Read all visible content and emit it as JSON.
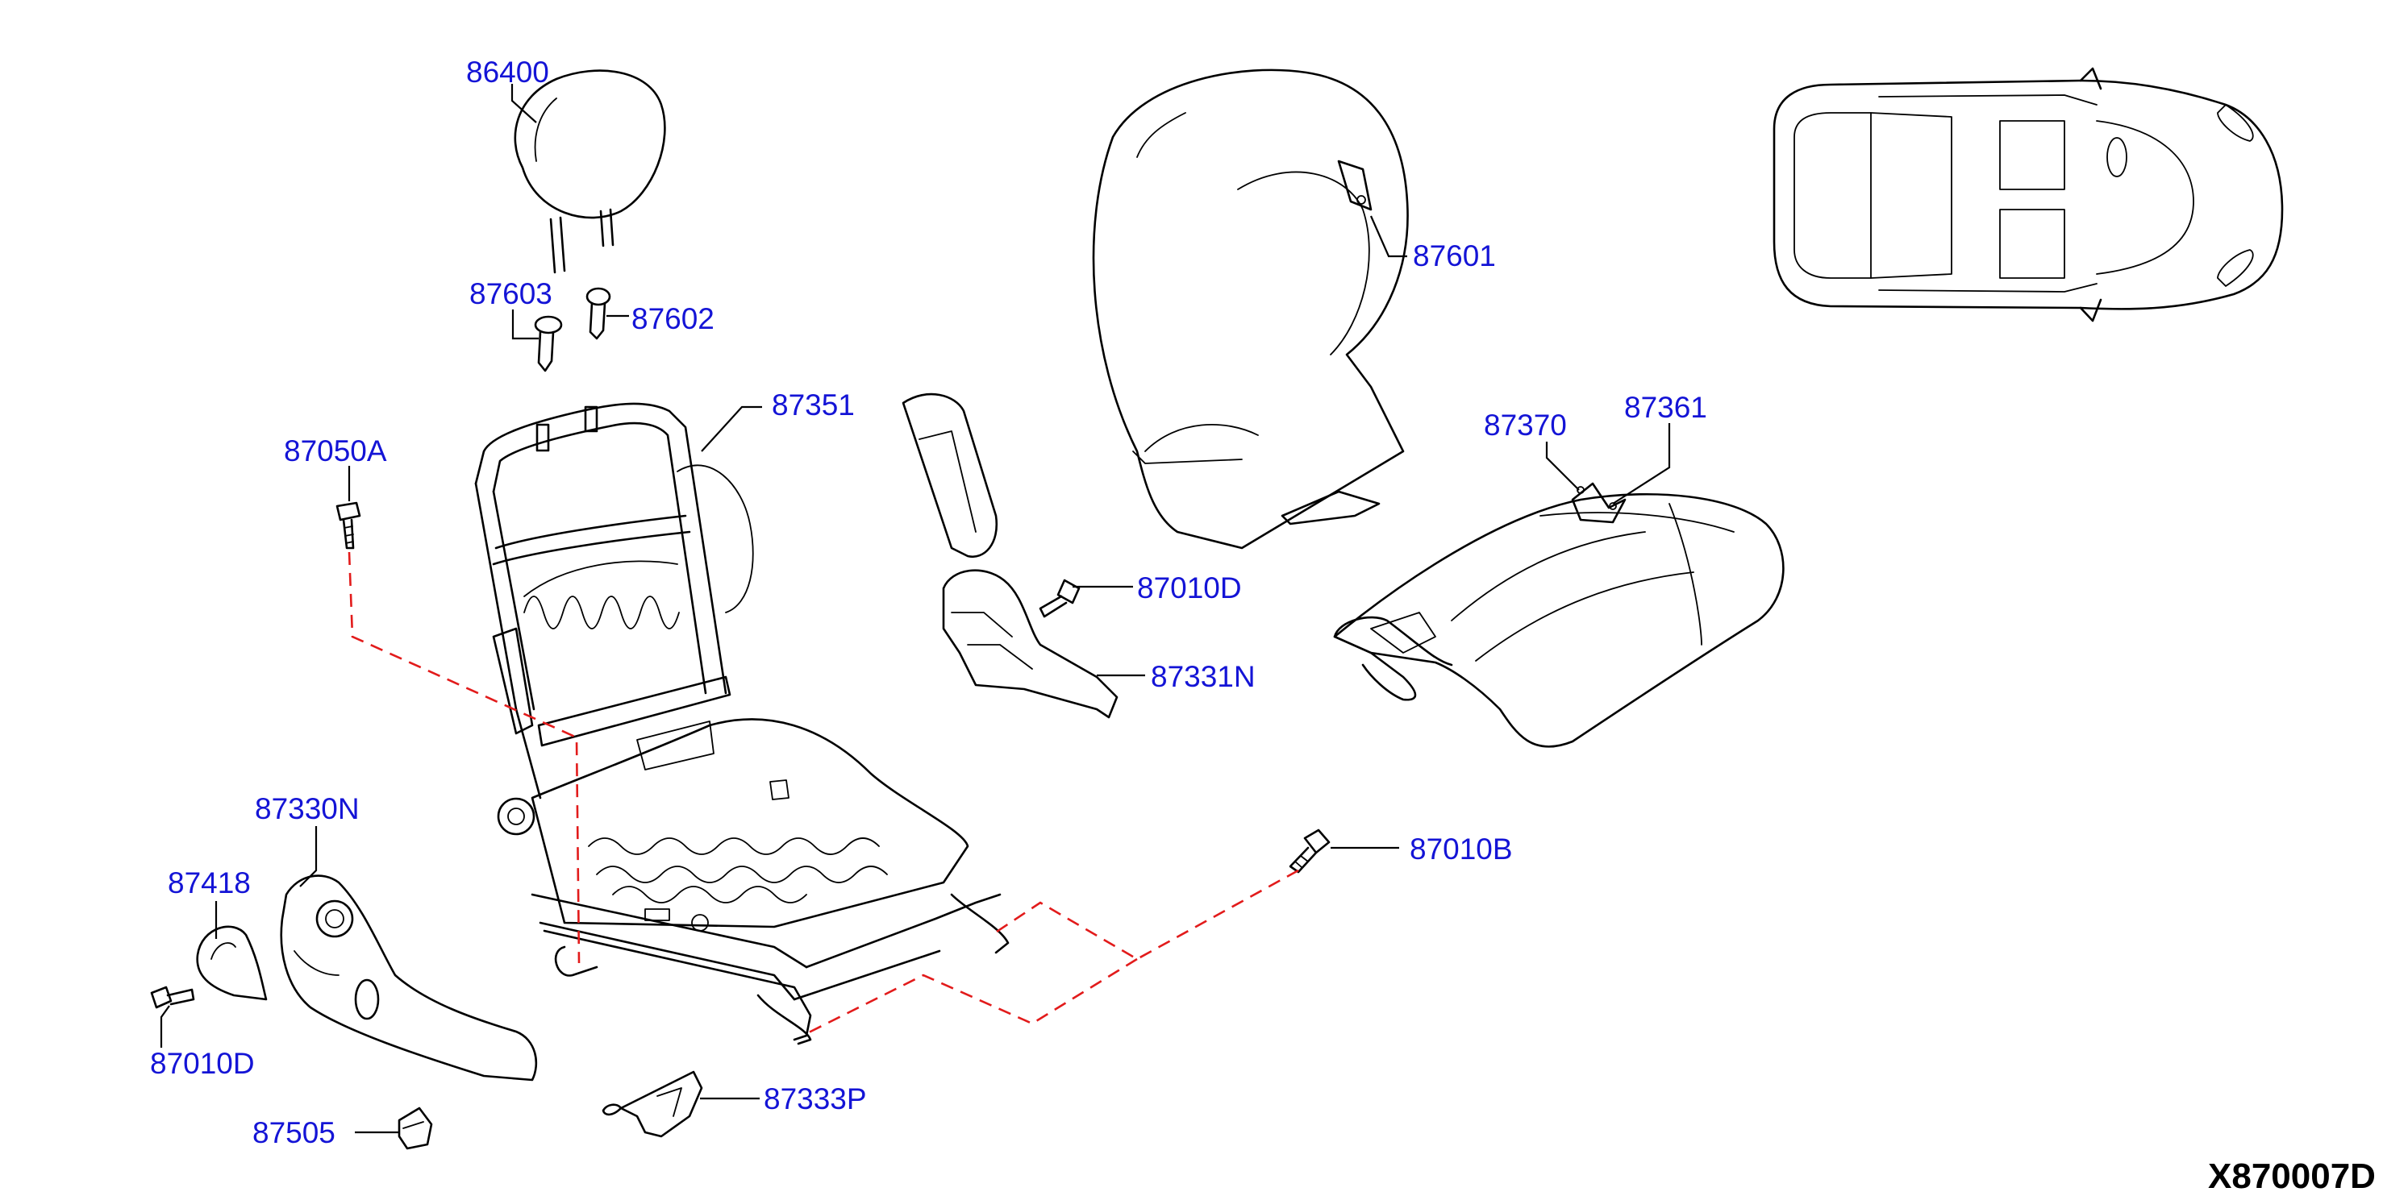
{
  "labels": {
    "p86400": "86400",
    "p87603": "87603",
    "p87602": "87602",
    "p87050A": "87050A",
    "p87351": "87351",
    "p87601": "87601",
    "p87370": "87370",
    "p87361": "87361",
    "p87010D_top": "87010D",
    "p87331N": "87331N",
    "p87330N": "87330N",
    "p87418": "87418",
    "p87010D_bottom": "87010D",
    "p87010B": "87010B",
    "p87333P": "87333P",
    "p87505": "87505"
  },
  "diagram_code": "X870007D",
  "colors": {
    "label": "#1414d6",
    "line": "#000000",
    "dashed_reference": "#e21b1b"
  }
}
